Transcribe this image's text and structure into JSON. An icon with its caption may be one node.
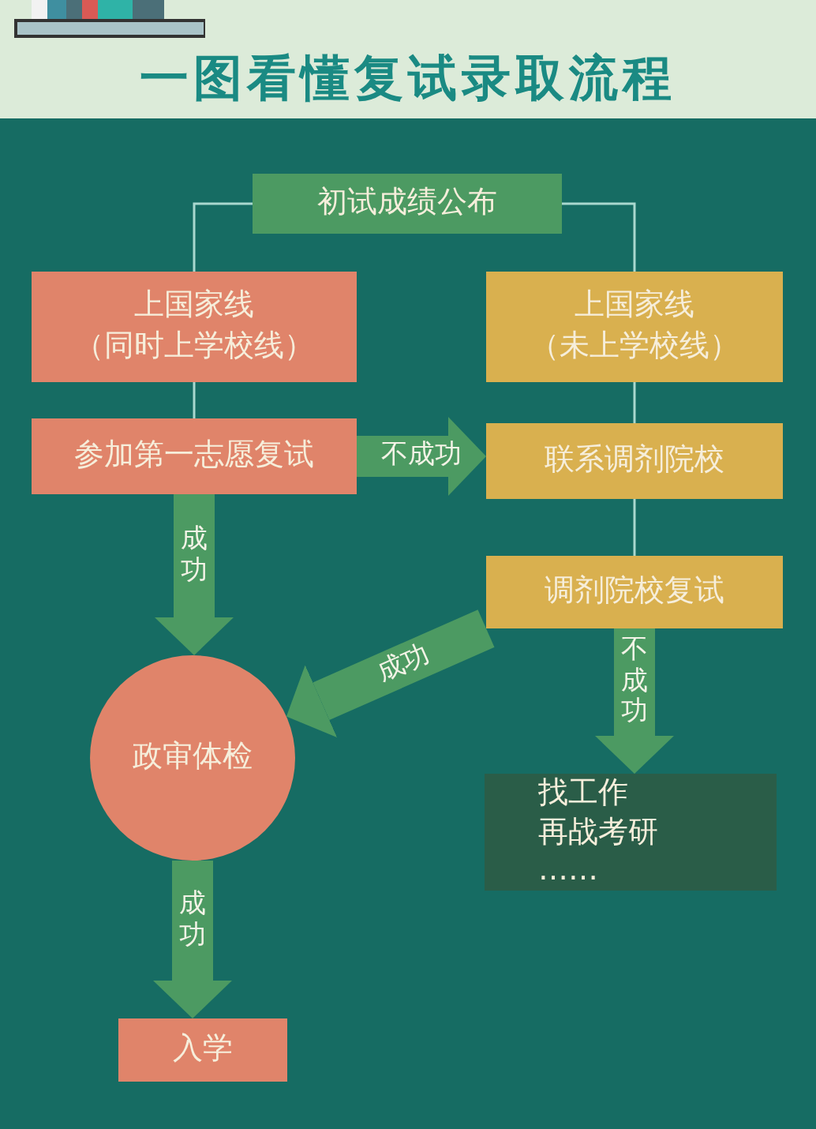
{
  "diagram": {
    "title": "一图看懂复试录取流程",
    "nodes": [
      {
        "text": [
          "初试成绩公布"
        ]
      },
      {
        "text": [
          "上国家线",
          "（同时上学校线）"
        ]
      },
      {
        "text": [
          "参加第一志愿复试"
        ]
      },
      {
        "text": [
          "上国家线",
          "（未上学校线）"
        ]
      },
      {
        "text": [
          "联系调剂院校"
        ]
      },
      {
        "text": [
          "调剂院校复试"
        ]
      },
      {
        "text": [
          "政审体检"
        ]
      },
      {
        "text": [
          "找工作",
          "再战考研",
          "……"
        ]
      },
      {
        "text": [
          "入学"
        ]
      }
    ],
    "edges": [
      {
        "from": 0,
        "to": 1,
        "arrow": "none"
      },
      {
        "from": 0,
        "to": 3,
        "arrow": "none"
      },
      {
        "from": 1,
        "to": 2,
        "arrow": "none"
      },
      {
        "from": 3,
        "to": 4,
        "arrow": "none"
      },
      {
        "from": 4,
        "to": 5,
        "arrow": "none"
      },
      {
        "from": 2,
        "to": 4,
        "arrow": "to",
        "label": "不成功",
        "style": "thick",
        "color": "#4c9a62"
      },
      {
        "from": 2,
        "to": 6,
        "arrow": "to",
        "label": "成功",
        "style": "thick",
        "color": "#4c9a62"
      },
      {
        "from": 5,
        "to": 6,
        "arrow": "to",
        "label": "成功",
        "style": "thick",
        "color": "#4c9a62"
      },
      {
        "from": 5,
        "to": 7,
        "arrow": "to",
        "label": "不成功",
        "style": "thick",
        "color": "#4c9a62"
      },
      {
        "from": 6,
        "to": 8,
        "arrow": "to",
        "label": "成功",
        "style": "thick",
        "color": "#4c9a62"
      }
    ]
  }
}
